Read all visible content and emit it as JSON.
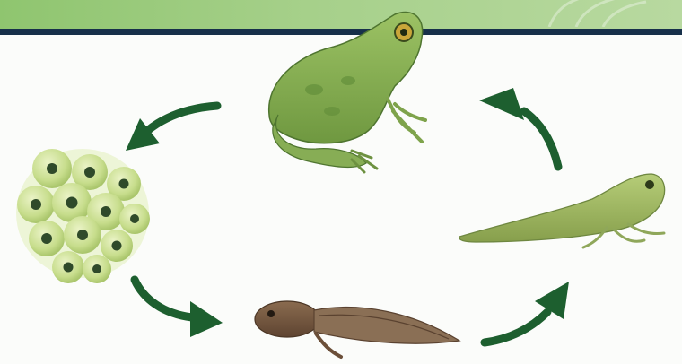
{
  "diagram": {
    "colors": {
      "band": "#9ccb7f",
      "band_edge": "#17304a",
      "arrow": "#1d5f2f",
      "frog_body": "#8fb65a",
      "frog_dark": "#5e8a37",
      "egg_jelly": "#c9df8f",
      "egg_core": "#2f4a2a",
      "tadpole_brown": "#7a5c43",
      "froglet_green": "#a1bf63"
    },
    "stages": [
      {
        "name": "egg-cluster"
      },
      {
        "name": "tadpole"
      },
      {
        "name": "froglet"
      },
      {
        "name": "adult-frog"
      }
    ]
  }
}
